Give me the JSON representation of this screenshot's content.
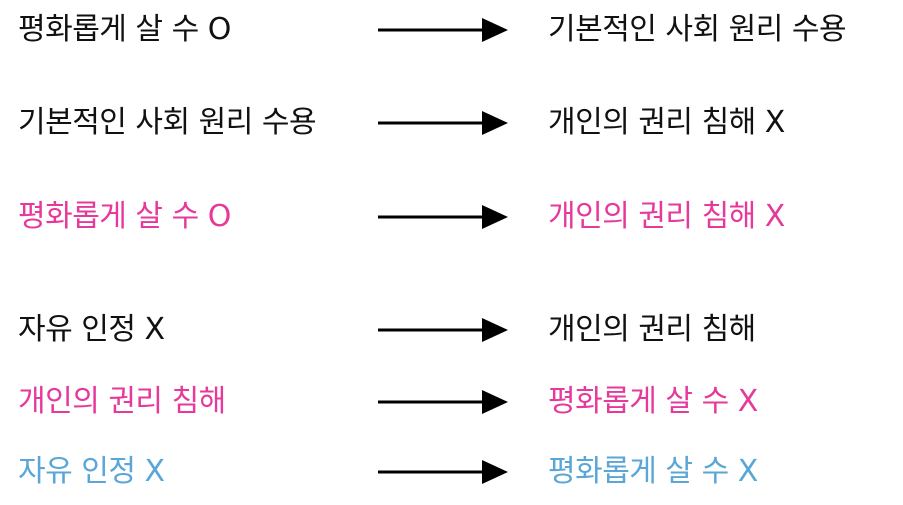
{
  "colors": {
    "black": "#111111",
    "pink": "#e6399b",
    "blue": "#5aa6d6"
  },
  "icons": {
    "arrow": "right-arrow-icon"
  },
  "rows": [
    {
      "premise": "평화롭게 살 수 O",
      "conclusion": "기본적인 사회 원리 수용",
      "premise_color": "black",
      "conclusion_color": "black"
    },
    {
      "premise": "기본적인 사회 원리 수용",
      "conclusion": "개인의 권리 침해 X",
      "premise_color": "black",
      "conclusion_color": "black"
    },
    {
      "premise": "평화롭게 살 수 O",
      "conclusion": "개인의 권리 침해 X",
      "premise_color": "pink",
      "conclusion_color": "pink"
    },
    {
      "premise": "자유 인정 X",
      "conclusion": "개인의 권리 침해",
      "premise_color": "black",
      "conclusion_color": "black"
    },
    {
      "premise": "개인의 권리 침해",
      "conclusion": "평화롭게 살 수 X",
      "premise_color": "pink",
      "conclusion_color": "pink"
    },
    {
      "premise": "자유 인정 X",
      "conclusion": "평화롭게 살 수 X",
      "premise_color": "blue",
      "conclusion_color": "blue"
    }
  ]
}
